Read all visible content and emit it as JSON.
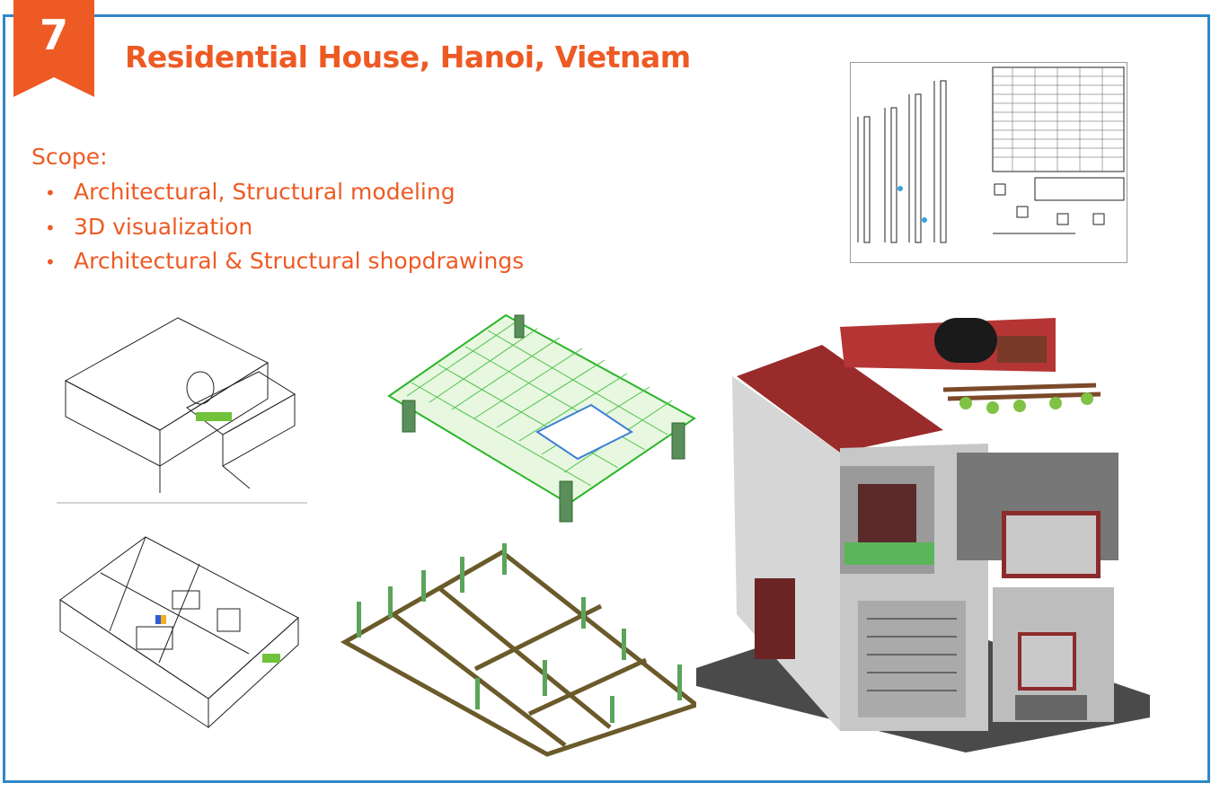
{
  "slide": {
    "number": "7",
    "title": "Residential House, Hanoi, Vietnam",
    "scope_label": "Scope:",
    "scope_items": [
      "Architectural, Structural modeling",
      "3D visualization",
      "Architectural & Structural shopdrawings"
    ]
  },
  "colors": {
    "accent": "#ee5a24",
    "border": "#2f87c6"
  },
  "images": [
    {
      "name": "column-rebar-shopdrawing"
    },
    {
      "name": "architectural-isometric-roof"
    },
    {
      "name": "slab-rebar-3d-model"
    },
    {
      "name": "house-3d-visualization"
    },
    {
      "name": "floor-plan-isometric"
    },
    {
      "name": "foundation-rebar-3d-model"
    }
  ]
}
